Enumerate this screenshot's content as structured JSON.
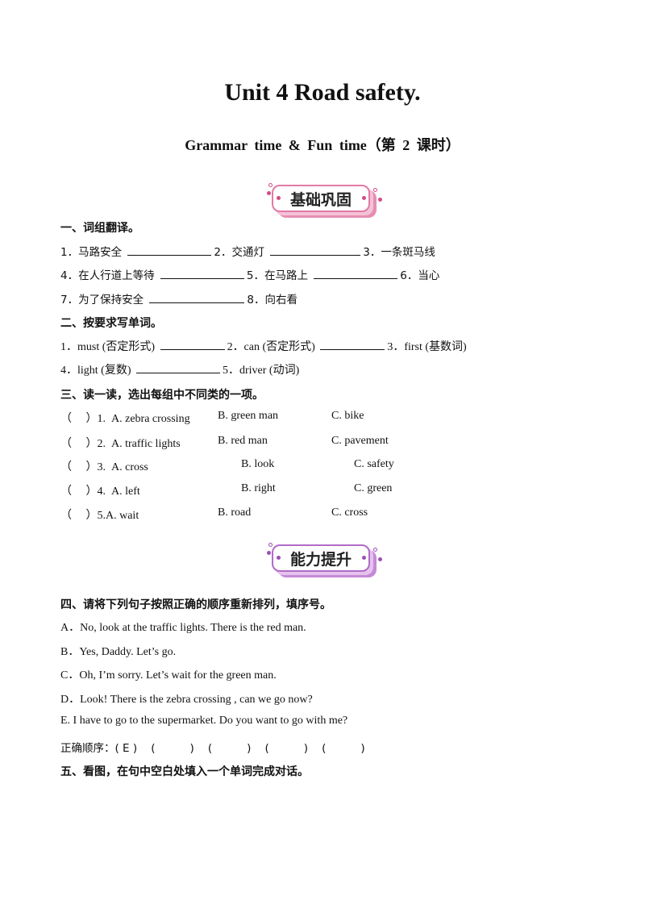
{
  "title": "Unit 4 Road safety.",
  "subtitle": "Grammar  time  &  Fun  time（第 2 课时）",
  "banners": {
    "basic": "基础巩固",
    "advanced": "能力提升"
  },
  "section1": {
    "heading": "一、词组翻译。",
    "items": [
      "1．马路安全",
      "2．交通灯",
      "3．一条斑马线",
      "4．在人行道上等待",
      "5．在马路上",
      "6．当心",
      "7．为了保持安全",
      "8．向右看"
    ]
  },
  "section2": {
    "heading": "二、按要求写单词。",
    "items": [
      "1．must (否定形式)",
      "2．can (否定形式)",
      "3．first (基数词)",
      "4．light (复数)",
      "5．driver (动词)"
    ]
  },
  "section3": {
    "heading": "三、读一读，选出每组中不同类的一项。",
    "rows": [
      {
        "q": "（     ）1.  A. zebra crossing",
        "b": "B. green man",
        "c": "C. bike"
      },
      {
        "q": "（     ）2.  A. traffic lights",
        "b": "B. red man",
        "c": "C. pavement"
      },
      {
        "q": "（     ）3.  A. cross",
        "b": "B. look",
        "c": "C. safety"
      },
      {
        "q": "（     ）4.  A. left",
        "b": "B. right",
        "c": "C. green"
      },
      {
        "q": "（     ）5.A. wait",
        "b": "B. road",
        "c": "C. cross"
      }
    ]
  },
  "section4": {
    "heading": "四、请将下列句子按照正确的顺序重新排列，填序号。",
    "lines": [
      "A．No, look at the traffic lights. There is the red man.",
      "B．Yes, Daddy. Let’s go.",
      "C．Oh, I’m sorry. Let’s wait for the green man.",
      "D．Look! There is the zebra crossing , can we go now?",
      "E. I have to go to the supermarket. Do you want to go with me?",
      "正确顺序：( E )    (          )    (          )    (          )    (          )"
    ]
  },
  "section5": {
    "heading": "五、看图，在句中空白处填入一个单词完成对话。"
  }
}
